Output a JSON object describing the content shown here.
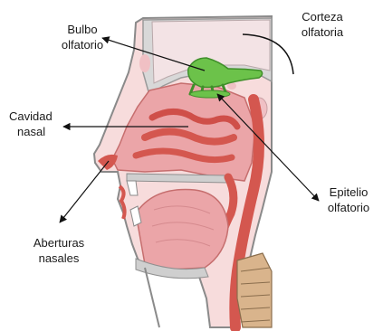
{
  "labels": {
    "bulbo_olfatorio": {
      "line1": "Bulbo",
      "line2": "olfatorio"
    },
    "corteza_olfatoria": {
      "line1": "Corteza",
      "line2": "olfatoria"
    },
    "cavidad_nasal": {
      "line1": "Cavidad",
      "line2": "nasal"
    },
    "epitelio_olfatorio": {
      "line1": "Epitelio",
      "line2": "olfatorio"
    },
    "aberturas_nasales": {
      "line1": "Aberturas",
      "line2": "nasales"
    }
  },
  "colors": {
    "skin": "#f7dcdc",
    "head_outline": "#8a8a8a",
    "tissue_pink": "#eba5a8",
    "mucosa_red": "#d4574f",
    "bone_gray": "#cfcfcf",
    "olfactory_green": "#6cc24a",
    "spine_tan": "#d9b48c"
  }
}
